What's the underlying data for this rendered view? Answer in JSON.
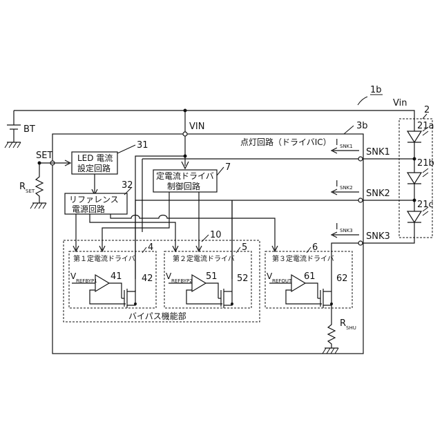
{
  "figure_ref": "1b",
  "battery": {
    "label": "BT"
  },
  "vin_rail": {
    "label": "VIN"
  },
  "vin_external": {
    "label": "Vin"
  },
  "ic": {
    "ref": "3b",
    "title": "点灯回路（ドライバIC）"
  },
  "set_pin": {
    "label": "SET"
  },
  "rset": {
    "main": "R",
    "sub": "SET"
  },
  "blocks": {
    "led_current": {
      "line1": "LED 電流",
      "line2": "設定回路",
      "ref": "31"
    },
    "reference": {
      "line1": "リファレンス",
      "line2": "電源回路",
      "ref": "32"
    },
    "cc_control": {
      "line1": "定電流ドライバ",
      "line2": "制御回路",
      "ref": "7"
    }
  },
  "bypass": {
    "label": "バイパス機能部",
    "ref": "10"
  },
  "drivers": [
    {
      "name": "第１定電流ドライバ",
      "ref": "4",
      "vref_main": "V",
      "vref_sub": "REFBYP1",
      "amp_ref": "41",
      "fet_ref": "42"
    },
    {
      "name": "第２定電流ドライバ",
      "ref": "5",
      "vref_main": "V",
      "vref_sub": "REFBYP2",
      "amp_ref": "51",
      "fet_ref": "52"
    },
    {
      "name": "第３定電流ドライバ",
      "ref": "6",
      "vref_main": "V",
      "vref_sub": "REFOUT",
      "amp_ref": "61",
      "fet_ref": "62"
    }
  ],
  "sinks": [
    {
      "pin": "SNK1",
      "cur_main": "I",
      "cur_sub": "SNK1"
    },
    {
      "pin": "SNK2",
      "cur_main": "I",
      "cur_sub": "SNK2"
    },
    {
      "pin": "SNK3",
      "cur_main": "I",
      "cur_sub": "SNK3"
    }
  ],
  "led_module": {
    "ref": "2",
    "leds": [
      "21a",
      "21b",
      "21c"
    ]
  },
  "rshu": {
    "main": "R",
    "sub": "SHU"
  }
}
